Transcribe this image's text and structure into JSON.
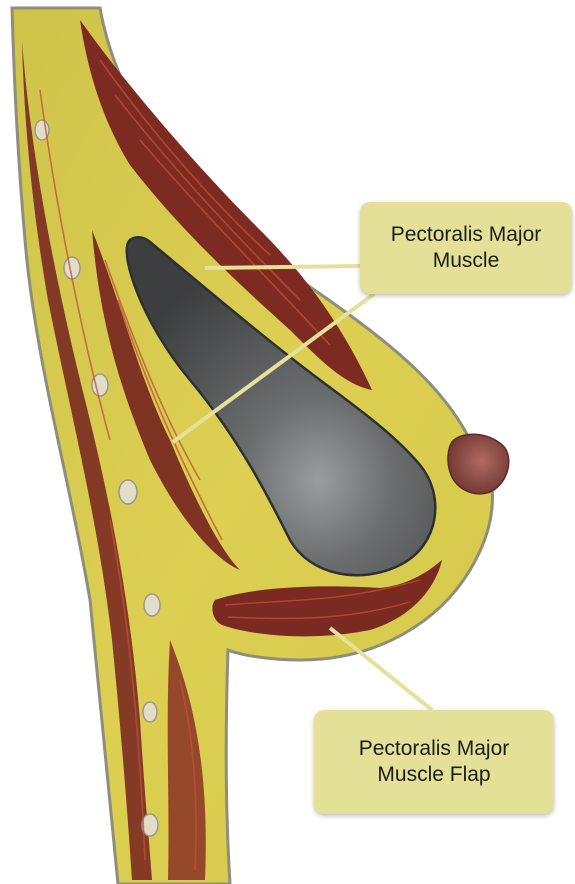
{
  "labels": {
    "top": {
      "line1": "Pectoralis Major",
      "line2": "Muscle"
    },
    "bottom": {
      "line1": "Pectoralis Major",
      "line2": "Muscle Flap"
    }
  },
  "colors": {
    "fat": "#d8cc4a",
    "skin_edge": "#8f8e7c",
    "muscle": "#7a2a20",
    "muscle_light": "#b04632",
    "implant": "#4a4c4d",
    "implant_highlight": "#8c8f90",
    "nipple": "#8d4c44",
    "label_bg": "#e5e098",
    "leader_line": "#e6e19a",
    "rib": "#e2ddc9"
  }
}
